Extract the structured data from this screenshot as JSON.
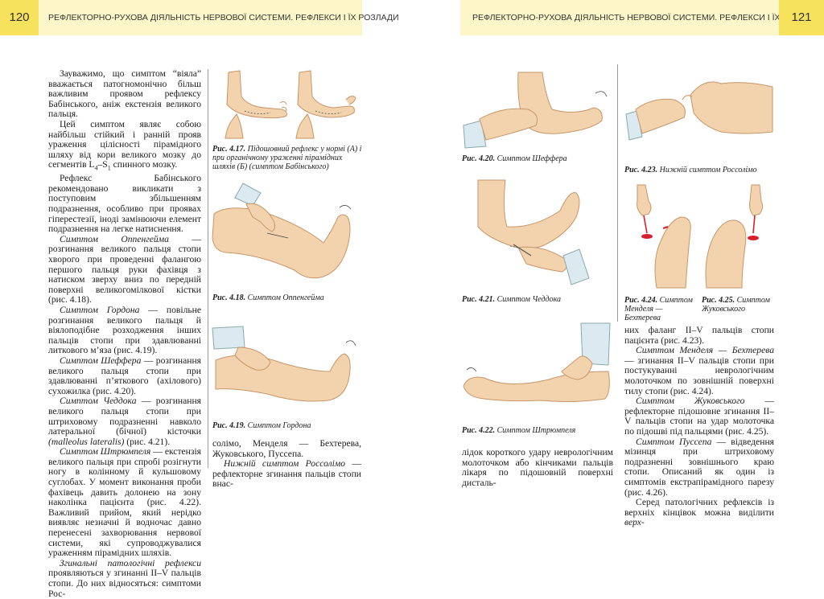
{
  "header": {
    "left_page_number": "120",
    "left_title": "РЕФЛЕКТОРНО-РУХОВА ДІЯЛЬНІСТЬ НЕРВОВОЇ СИСТЕМИ. РЕФЛЕКСИ І ЇХ РОЗЛАДИ",
    "right_title": "РЕФЛЕКТОРНО-РУХОВА ДІЯЛЬНІСТЬ НЕРВОВОЇ СИСТЕМИ. РЕФЛЕКСИ І ЇХ РОЗЛАДИ",
    "right_page_number": "121"
  },
  "left_column": {
    "p1": "Зауважимо, що симптом “віяла” вважається патогномонічно більш важливим проявом рефлексу Бабінського, аніж екстензія великого пальця.",
    "p2_a": "Цей симптом являє собою найбільш стійкий і ранній прояв ураження цілісності пірамідного шляху від кори великого мозку до сегментів L",
    "p2_sub1": "4",
    "p2_b": "–S",
    "p2_sub2": "1",
    "p2_c": " спинного мозку.",
    "p3": "Рефлекс Бабінського рекомендовано викликати з поступовим збільшенням подразнення, особливо при проявах гіперестезії, іноді замінюючи елемент подразнення на легке натиснення.",
    "p4_term": "Симптом Оппенгейма",
    "p4": " — розгинання великого пальця стопи хворого при проведенні фалангою першого пальця руки фахівця з натиском зверху вниз по передній поверхні великогомілкової кістки (рис. 4.18).",
    "p5_term": "Симптом Гордона",
    "p5": " — повільне розгинання великого пальця й віялоподібне розходження інших пальців стопи при здавлюванні литкового м’яза (рис. 4.19).",
    "p6_term": "Симптом Шеффера",
    "p6": " — розгинання великого пальця стопи при здавлюванні п’яткового (ахілового) сухожилка (рис. 4.20).",
    "p7_term": "Симптом Чеддока",
    "p7_a": " — розгинання великого пальця стопи при штриховому подразненні навколо латеральної (бічної) кісточки ",
    "p7_latin": "(malleolus lateralis)",
    "p7_b": " (рис. 4.21).",
    "p8_term": "Симптом Штрюмпеля",
    "p8": " — екстензія великого пальця при спробі розігнути ногу в колінному й кульшовому суглобах. У момент виконання проби фахівець давить долонею на зону наколінка пацієнта (рис. 4.22). Важливий прийом, який нерідко виявляє незначні й водночас давно перенесені захворювання нервової системи, які супроводжувалися ураженням пірамідних шляхів.",
    "p9_term": "Згинальні патологічні рефлекси",
    "p9": " проявляються у згинанні II–V пальців стопи. До них відносяться: симптоми Рос-"
  },
  "left_mid_column": {
    "text1": "солімо, Менделя — Бехтерева, Жуковського, Пуссепа.",
    "text2_term": "Нижній симптом Россолімо",
    "text2": " — рефлекторне згинання пальців стопи внас-"
  },
  "right_mid_column": {
    "text": "лідок короткого удару неврологічним молоточком або кінчиками пальців лікаря по підошовній поверхні дисталь-"
  },
  "right_column": {
    "p1": "них фаланг II–V пальців стопи пацієнта (рис. 4.23).",
    "p2_term": "Симптом Менделя — Бехтерева",
    "p2": " — згинання II–V пальців стопи при постукуванні неврологічним молоточком по зовнішній поверхні тилу стопи (рис. 4.24).",
    "p3_term": "Симптом Жуковського",
    "p3": " — рефлекторне підошовне згинання II–V пальців стопи на удар молоточка по підошві під пальцями (рис. 4.25).",
    "p4_term": "Симптом Пуссепа",
    "p4": " — відведення мізинця при штриховому подразненні зовнішнього краю стопи. Описаний як один із симптомів екстрапірамідного парезу (рис. 4.26).",
    "p5_a": "Серед патологічних рефлексів із верхніх кінцівок можна виділити ",
    "p5_b": "верх-"
  },
  "figures": {
    "f417": {
      "label": "Рис. 4.17.",
      "text": " Підошовний рефлекс у нормі (А) і при органічному ураженні пірамідних шляхів (Б) (симптом Бабінського)"
    },
    "f418": {
      "label": "Рис. 4.18.",
      "text": " Симптом Оппенгейма"
    },
    "f419": {
      "label": "Рис. 4.19.",
      "text": " Симптом Гордона"
    },
    "f420": {
      "label": "Рис. 4.20.",
      "text": " Симптом Шеффера"
    },
    "f421": {
      "label": "Рис. 4.21.",
      "text": " Симптом Чеддока"
    },
    "f422": {
      "label": "Рис. 4.22.",
      "text": " Симптом Штрюмпеля"
    },
    "f423": {
      "label": "Рис. 4.23.",
      "text": " Нижній симптом Россолімо"
    },
    "f424": {
      "label": "Рис. 4.24.",
      "text": " Симптом Менделя — Бехтерева"
    },
    "f425": {
      "label": "Рис. 4.25.",
      "text": " Симптом Жуковського"
    }
  },
  "colors": {
    "skin": "#f2d3ae",
    "skin_shadow": "#dcae84",
    "sleeve": "#dbe9f0",
    "header_band": "#fdf6c8",
    "page_number_band": "#f6e25d",
    "hammer_red": "#d81f2c"
  }
}
